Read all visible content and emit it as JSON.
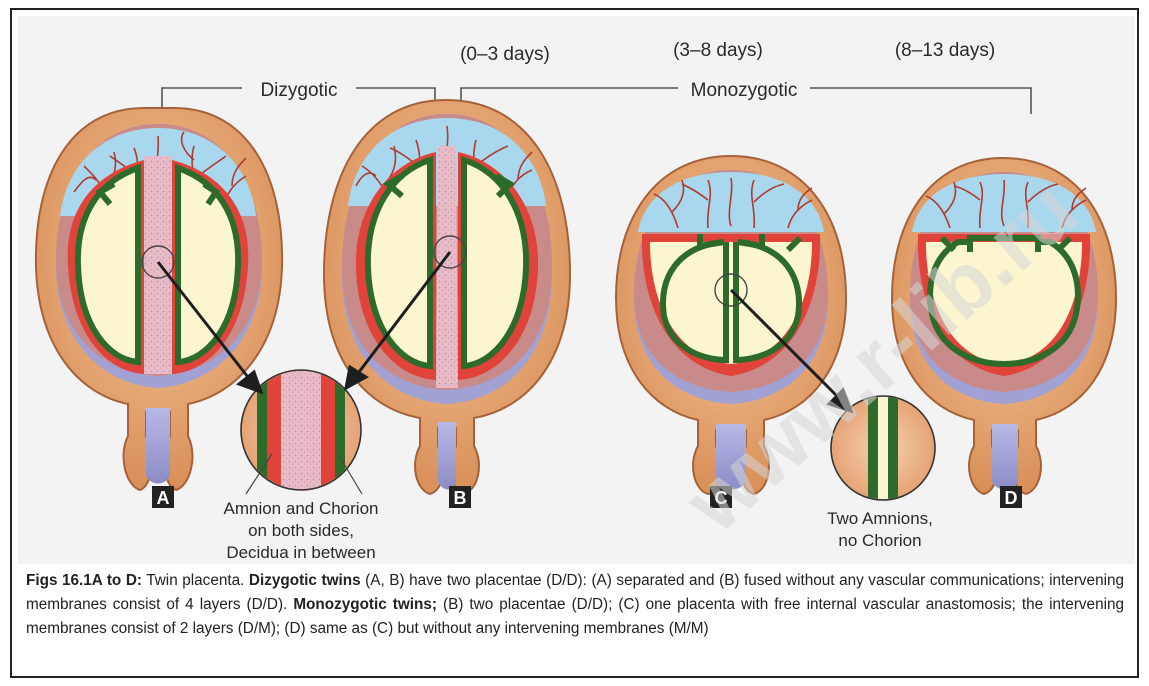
{
  "figure": {
    "top_labels": {
      "dizygotic": "Dizygotic",
      "monozygotic": "Monozygotic",
      "days_0_3": "(0–3 days)",
      "days_3_8": "(3–8 days)",
      "days_8_13": "(8–13 days)"
    },
    "panel_letters": {
      "a": "A",
      "b": "B",
      "c": "C",
      "d": "D"
    },
    "callout_dizygotic": [
      "Amnion and Chorion",
      "on both sides,",
      "Decidua in between"
    ],
    "callout_monozygotic": [
      "Two Amnions,",
      "no Chorion"
    ],
    "watermark": "www.r-lib.ru",
    "colors": {
      "uterus_wall": "#e8a870",
      "uterus_inner": "#c98a6a",
      "placenta": "#a9d8ee",
      "vessels": "#b03a2e",
      "chorion": "#e0433a",
      "amnion": "#2c6b2a",
      "amniotic_cavity": "#fbf6cf",
      "cervix": "#9a9ad0",
      "decidua": "#e6b8c6",
      "letter_box": "#222222"
    }
  },
  "caption": {
    "label": "Figs 16.1A to D:",
    "t1": " Twin placenta. ",
    "dizygotic_bold": "Dizygotic twins",
    "t2": " (A, B) have two placentae (D/D): (A) separated and (B) fused without any vascular communications; intervening membranes consist of 4 layers (D/D). ",
    "monozygotic_bold": "Monozygotic twins;",
    "t3": " (B) two placentae (D/D); (C) one placenta with free internal vascular anastomosis; the intervening membranes consist of 2 layers (D/M); (D) same as (C) but without any intervening membranes (M/M)"
  }
}
